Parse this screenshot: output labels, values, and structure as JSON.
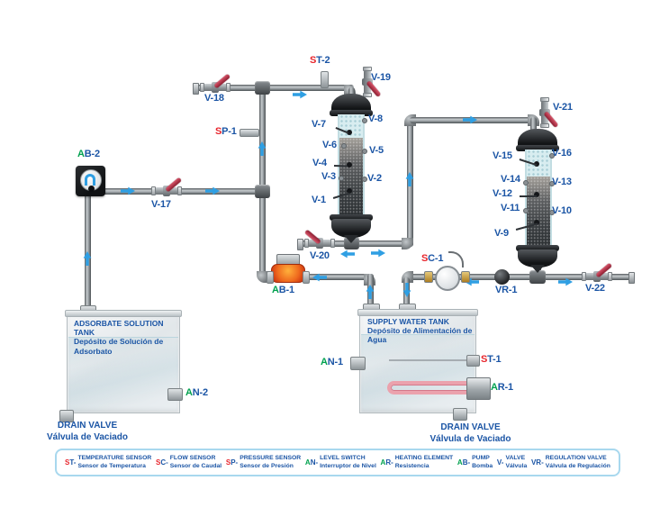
{
  "colors": {
    "label_blue": "#1b55a5",
    "sensor_red": "#e8262d",
    "actuator_green": "#00a14e",
    "arrow_blue": "#2f9fe3",
    "legend_border": "#a8d8ee"
  },
  "tags": {
    "ab2": {
      "p": "A",
      "r": "B-2"
    },
    "v17": {
      "p": "",
      "r": "V-17"
    },
    "v18": {
      "p": "",
      "r": "V-18"
    },
    "sp1": {
      "p": "S",
      "r": "P-1"
    },
    "st2": {
      "p": "S",
      "r": "T-2"
    },
    "v19": {
      "p": "",
      "r": "V-19"
    },
    "v21": {
      "p": "",
      "r": "V-21"
    },
    "v1": {
      "p": "",
      "r": "V-1"
    },
    "v2": {
      "p": "",
      "r": "V-2"
    },
    "v3": {
      "p": "",
      "r": "V-3"
    },
    "v4": {
      "p": "",
      "r": "V-4"
    },
    "v5": {
      "p": "",
      "r": "V-5"
    },
    "v6": {
      "p": "",
      "r": "V-6"
    },
    "v7": {
      "p": "",
      "r": "V-7"
    },
    "v8": {
      "p": "",
      "r": "V-8"
    },
    "v9": {
      "p": "",
      "r": "V-9"
    },
    "v10": {
      "p": "",
      "r": "V-10"
    },
    "v11": {
      "p": "",
      "r": "V-11"
    },
    "v12": {
      "p": "",
      "r": "V-12"
    },
    "v13": {
      "p": "",
      "r": "V-13"
    },
    "v14": {
      "p": "",
      "r": "V-14"
    },
    "v15": {
      "p": "",
      "r": "V-15"
    },
    "v16": {
      "p": "",
      "r": "V-16"
    },
    "v20": {
      "p": "",
      "r": "V-20"
    },
    "v22": {
      "p": "",
      "r": "V-22"
    },
    "vr1": {
      "p": "",
      "r": "VR-1"
    },
    "sc1": {
      "p": "S",
      "r": "C-1"
    },
    "ab1": {
      "p": "A",
      "r": "B-1"
    },
    "an1": {
      "p": "A",
      "r": "N-1"
    },
    "an2": {
      "p": "A",
      "r": "N-2"
    },
    "st1": {
      "p": "S",
      "r": "T-1"
    },
    "ar1": {
      "p": "A",
      "r": "R-1"
    }
  },
  "tanks": {
    "adsorbate": {
      "title": "ADSORBATE SOLUTION TANK",
      "subtitle": "Depósito de Solución de Adsorbato"
    },
    "supply": {
      "title": "SUPPLY WATER TANK",
      "subtitle": "Depósito de Alimentación de Agua"
    }
  },
  "drains": {
    "left": {
      "en": "DRAIN VALVE",
      "es": "Válvula de Vaciado"
    },
    "right": {
      "en": "DRAIN VALVE",
      "es": "Válvula de Vaciado"
    }
  },
  "legend": {
    "items": [
      {
        "p": "S",
        "r": "T-",
        "en": "TEMPERATURE SENSOR",
        "es": "Sensor de Temperatura",
        "kind": "sensor"
      },
      {
        "p": "S",
        "r": "C-",
        "en": "FLOW SENSOR",
        "es": "Sensor de Caudal",
        "kind": "sensor"
      },
      {
        "p": "S",
        "r": "P-",
        "en": "PRESSURE SENSOR",
        "es": "Sensor de Presión",
        "kind": "sensor"
      },
      {
        "p": "A",
        "r": "N-",
        "en": "LEVEL SWITCH",
        "es": "Interruptor de Nivel",
        "kind": "actuator"
      },
      {
        "p": "A",
        "r": "R-",
        "en": "HEATING ELEMENT",
        "es": "Resistencia",
        "kind": "actuator"
      },
      {
        "p": "A",
        "r": "B-",
        "en": "PUMP",
        "es": "Bomba",
        "kind": "actuator"
      },
      {
        "p": "V",
        "r": "-",
        "en": "VALVE",
        "es": "Válvula",
        "kind": "valve"
      },
      {
        "p": "V",
        "r": "R-",
        "en": "REGULATION VALVE",
        "es": "Válvula de Regulación",
        "kind": "valve"
      }
    ]
  }
}
